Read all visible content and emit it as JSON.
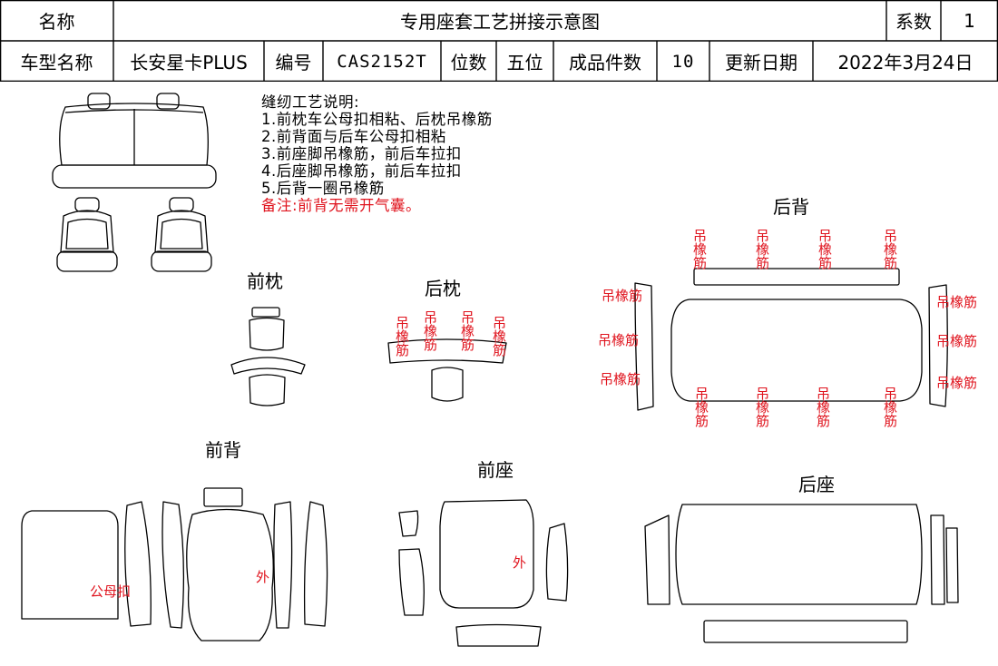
{
  "header": {
    "row1": {
      "name_label": "名称",
      "doc_title": "专用座套工艺拼接示意图",
      "coef_label": "系数",
      "coef_value": "1"
    },
    "row2": {
      "model_label": "车型名称",
      "model_value": "长安星卡PLUS",
      "code_label": "编号",
      "code_value": "CAS2152T",
      "seats_label": "位数",
      "seats_value": "五位",
      "pieces_label": "成品件数",
      "pieces_value": "10",
      "updated_label": "更新日期",
      "updated_value": "2022年3月24日"
    }
  },
  "notes": {
    "title": "缝纫工艺说明:",
    "items": [
      "1.前枕车公母扣相粘、后枕吊橡筋",
      "2.前背面与后车公母扣相粘",
      "3.前座脚吊橡筋，前后车拉扣",
      "4.后座脚吊橡筋，前后车拉扣",
      "5.后背一圈吊橡筋"
    ],
    "remark": "备注:前背无需开气囊。"
  },
  "sections": {
    "front_headrest": "前枕",
    "rear_headrest": "后枕",
    "rear_back": "后背",
    "front_back": "前背",
    "front_seat": "前座",
    "rear_seat": "后座"
  },
  "annotations": {
    "elastic": "吊橡筋",
    "snap": "公母扣",
    "outer": "外"
  },
  "colors": {
    "annotation": "#e0141e",
    "line": "#000000",
    "watermark_palette": [
      "#f4a3a3",
      "#a9c8f0",
      "#b6e3b6",
      "#e6c3ef",
      "#f6d59b"
    ]
  }
}
